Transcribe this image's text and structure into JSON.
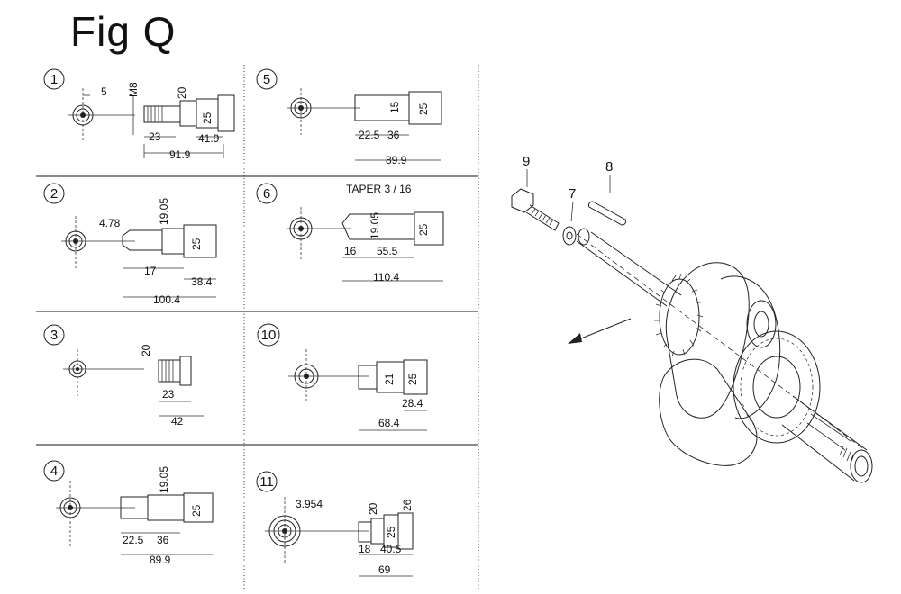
{
  "figure": {
    "title": "Fig Q"
  },
  "variants": [
    {
      "id": "1",
      "dims": [
        "5",
        "M8",
        "20",
        "25",
        "23",
        "41.9",
        "91.9"
      ]
    },
    {
      "id": "5",
      "dims": [
        "15",
        "25",
        "22.5",
        "36",
        "89.9"
      ]
    },
    {
      "id": "2",
      "dims": [
        "4.78",
        "19.05",
        "25",
        "17",
        "38.4",
        "100.4"
      ]
    },
    {
      "id": "6",
      "dims": [
        "TAPER 3 / 16",
        "19.05",
        "25",
        "16",
        "55.5",
        "110.4"
      ]
    },
    {
      "id": "3",
      "dims": [
        "20",
        "23",
        "42"
      ]
    },
    {
      "id": "10",
      "dims": [
        "21",
        "25",
        "28.4",
        "68.4"
      ]
    },
    {
      "id": "4",
      "dims": [
        "19.05",
        "25",
        "22.5",
        "36",
        "89.9"
      ]
    },
    {
      "id": "11",
      "dims": [
        "3.954",
        "20",
        "26",
        "25",
        "18",
        "40.5",
        "69"
      ]
    }
  ],
  "parts": [
    {
      "number": "9",
      "part": "bolt"
    },
    {
      "number": "7",
      "part": "washer"
    },
    {
      "number": "8",
      "part": "key"
    }
  ]
}
